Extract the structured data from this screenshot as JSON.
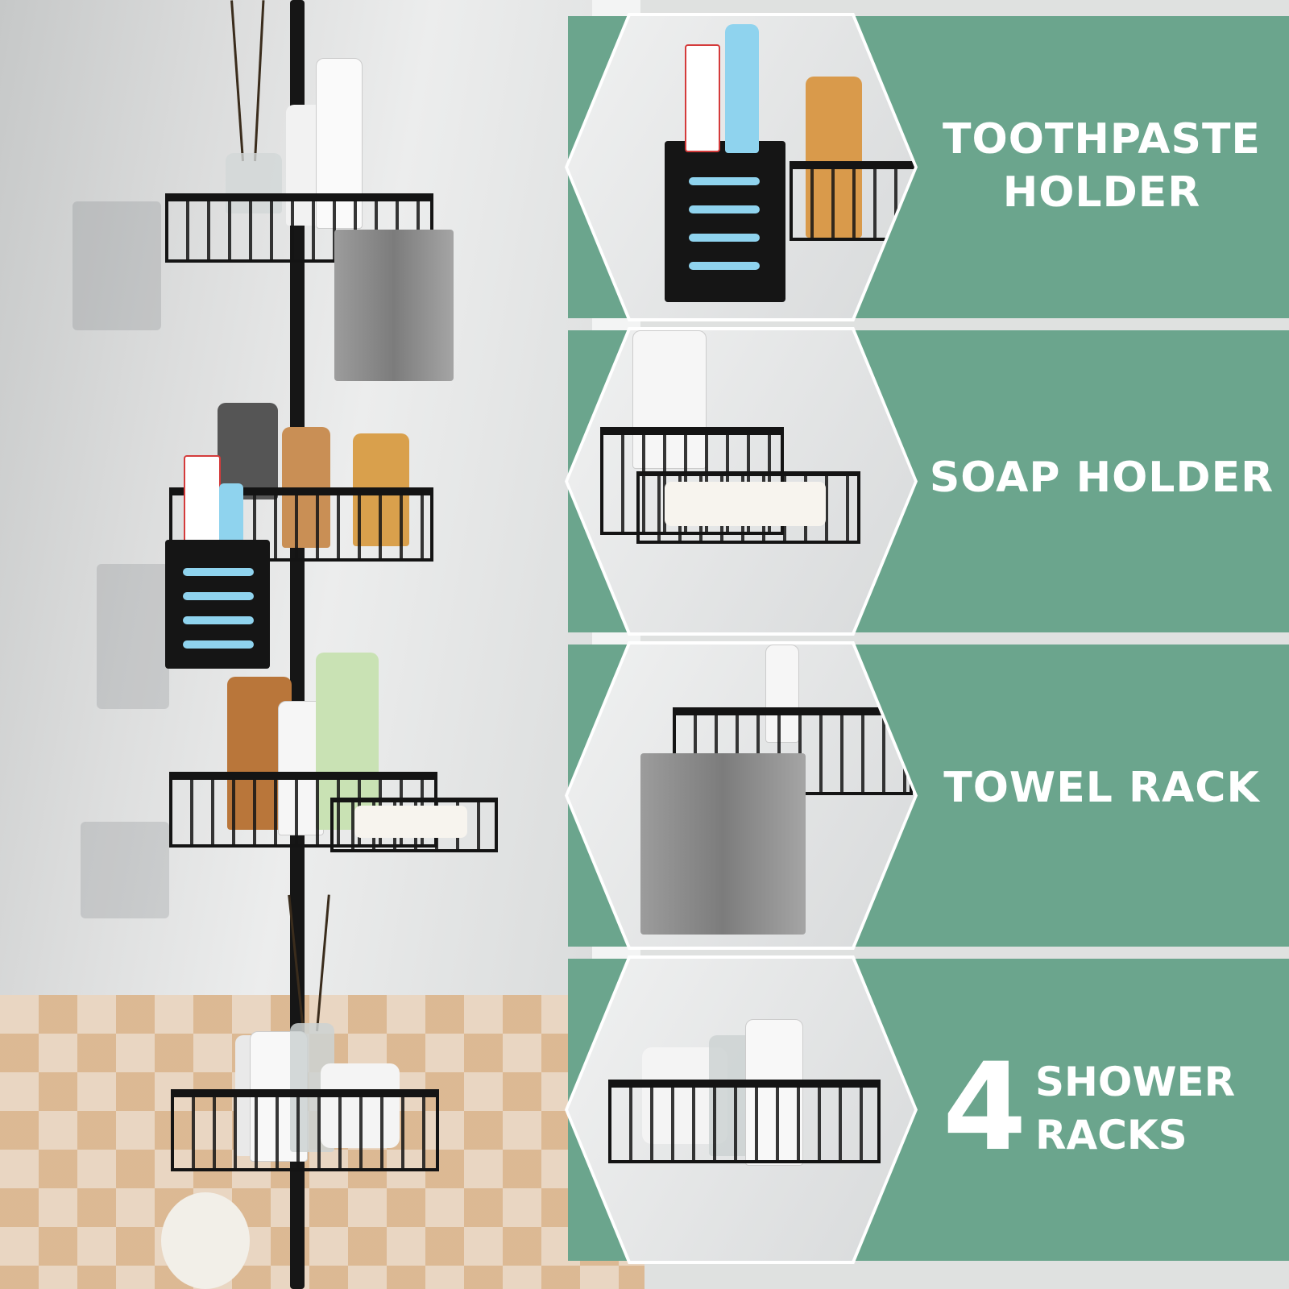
{
  "features": [
    {
      "line1": "TOOTHPASTE",
      "line2": "HOLDER"
    },
    {
      "line1": "SOAP HOLDER"
    },
    {
      "line1": "TOWEL RACK"
    },
    {
      "number": "4",
      "line1": "SHOWER",
      "line2": "RACKS"
    }
  ],
  "colors": {
    "accent": "#6ba58d",
    "rack": "#141414",
    "text": "#ffffff"
  }
}
